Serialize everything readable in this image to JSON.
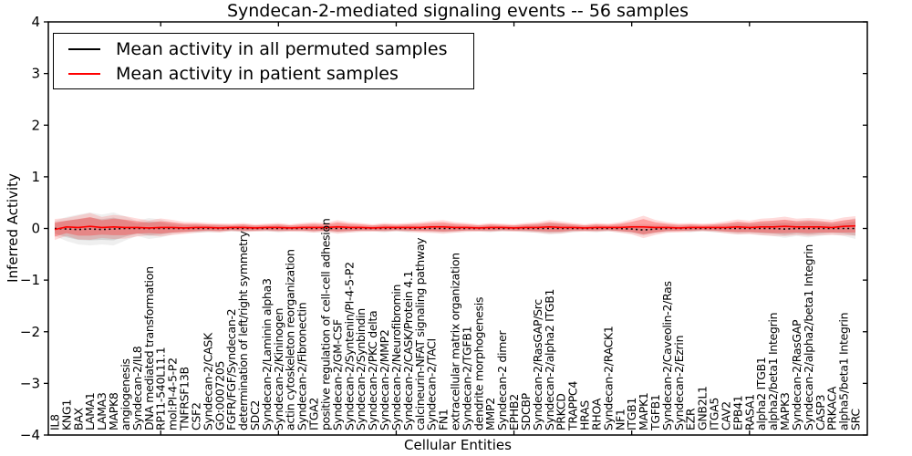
{
  "chart_data": {
    "type": "line",
    "title": "Syndecan-2-mediated signaling events -- 56 samples",
    "xlabel": "Cellular Entities",
    "ylabel": "Inferred Activity",
    "ylim": [
      -4,
      4
    ],
    "yticks": [
      4,
      3,
      2,
      1,
      0,
      -1,
      -2,
      -3,
      -4
    ],
    "xtick_category_indices": [
      9,
      19,
      29,
      39,
      49,
      59
    ],
    "grid": false,
    "legend_position": "upper left",
    "categories": [
      "IL8",
      "KNG1",
      "BAX",
      "LAMA1",
      "LAMA3",
      "MAPK8",
      "angiogenesis",
      "Syndecan-2/IL8",
      "DNA mediated transformation",
      "RP11-540L11.1",
      "mol:PI-4-5-P2",
      "TNFRSF13B",
      "CSF2",
      "Syndecan-2/CASK",
      "GO:0007205",
      "FGFR/FGF/Syndecan-2",
      "determination of left/right symmetry",
      "SDC2",
      "Syndecan-2/Laminin alpha3",
      "Syndecan-2/Kininogen",
      "actin cytoskeleton reorganization",
      "Syndecan-2/Fibronectin",
      "ITGA2",
      "positive regulation of cell-cell adhesion",
      "Syndecan-2/GM-CSF",
      "Syndecan-2/Syntenin/PI-4-5-P2",
      "Syndecan-2/Synbindin",
      "Syndecan-2/PKC delta",
      "Syndecan-2/MMP2",
      "Syndecan-2/Neurofibromin",
      "Syndecan-2/CASK/Protein 4.1",
      "calcineurin-NFAT signaling pathway",
      "Syndecan-2/TACI",
      "FN1",
      "extracellular matrix organization",
      "Syndecan-2/TGFB1",
      "dendrite morphogenesis",
      "MMP2",
      "Syndecan-2 dimer",
      "EPHB2",
      "SDCBP",
      "Syndecan-2/RasGAP/Src",
      "Syndecan-2/alpha2 ITGB1",
      "PRKCD",
      "TRAPPC4",
      "HRAS",
      "RHOA",
      "Syndecan-2/RACK1",
      "NF1",
      "ITGB1",
      "MAPK1",
      "TGFB1",
      "Syndecan-2/Caveolin-2/Ras",
      "Syndecan-2/Ezrin",
      "EZR",
      "GNB2L1",
      "ITGA5",
      "CAV2",
      "EPB41",
      "RASA1",
      "alpha2 ITGB1",
      "alpha2/beta1 Integrin",
      "MAPK3",
      "Syndecan-2/RasGAP",
      "Syndecan-2/alpha2/beta1 Integrin",
      "CASP3",
      "PRKACA",
      "alpha5/beta1 Integrin",
      "SRC"
    ],
    "series": [
      {
        "name": "Mean activity in all permuted samples",
        "color": "#000000",
        "style": "dotted",
        "values": [
          0,
          -0.01,
          -0.02,
          -0.01,
          -0.02,
          -0.01,
          0,
          0,
          0,
          0,
          0,
          0,
          0,
          0,
          0,
          0,
          0,
          0,
          0,
          0,
          0,
          0,
          0,
          0,
          0,
          0,
          0,
          0,
          0,
          0,
          0,
          0,
          0,
          0,
          0,
          0,
          0,
          0,
          0,
          0,
          0,
          0,
          0,
          0,
          0,
          0,
          0,
          0,
          0,
          -0.01,
          -0.03,
          -0.01,
          0,
          0,
          0,
          0,
          0,
          0,
          0,
          0,
          0,
          0,
          -0.01,
          0,
          0,
          0,
          0,
          0,
          0
        ]
      },
      {
        "name": "Mean activity in patient samples",
        "color": "#ff0000",
        "style": "solid",
        "values": [
          -0.02,
          0.03,
          0.02,
          0.04,
          0.02,
          0.03,
          0.02,
          0.02,
          0.01,
          0.02,
          0.02,
          0.01,
          0.02,
          0.02,
          0.01,
          0.02,
          0.02,
          0.01,
          0.02,
          0.02,
          0.01,
          0.02,
          0.02,
          0.02,
          0.03,
          0.02,
          0.02,
          0.01,
          0.02,
          0.02,
          0.02,
          0.02,
          0.03,
          0.03,
          0.02,
          0.02,
          0.01,
          0.02,
          0.02,
          0.01,
          0.02,
          0.02,
          0.03,
          0.02,
          0.02,
          0.01,
          0.02,
          0.02,
          0.02,
          0.03,
          0.03,
          0.02,
          0.02,
          0.01,
          0.02,
          0.02,
          0.02,
          0.02,
          0.03,
          0.02,
          0.03,
          0.03,
          0.04,
          0.03,
          0.03,
          0.03,
          0.02,
          0.04,
          0.05
        ]
      }
    ],
    "bands": [
      {
        "name": "permuted-samples-band",
        "color": "#999999",
        "halfwidths": [
          0.1,
          0.16,
          0.2,
          0.22,
          0.2,
          0.22,
          0.16,
          0.1,
          0.14,
          0.12,
          0.08,
          0.06,
          0.06,
          0.05,
          0.05,
          0.04,
          0.05,
          0.04,
          0.04,
          0.05,
          0.04,
          0.04,
          0.05,
          0.04,
          0.06,
          0.05,
          0.04,
          0.04,
          0.05,
          0.04,
          0.05,
          0.04,
          0.05,
          0.06,
          0.05,
          0.04,
          0.04,
          0.05,
          0.04,
          0.04,
          0.05,
          0.06,
          0.08,
          0.07,
          0.05,
          0.04,
          0.05,
          0.04,
          0.05,
          0.06,
          0.08,
          0.06,
          0.05,
          0.04,
          0.05,
          0.04,
          0.05,
          0.06,
          0.08,
          0.07,
          0.09,
          0.1,
          0.12,
          0.1,
          0.12,
          0.1,
          0.08,
          0.1,
          0.14
        ]
      },
      {
        "name": "patient-samples-band",
        "color": "#ff2222",
        "halfwidths": [
          0.14,
          0.12,
          0.16,
          0.18,
          0.14,
          0.16,
          0.15,
          0.12,
          0.1,
          0.12,
          0.1,
          0.08,
          0.07,
          0.06,
          0.06,
          0.05,
          0.06,
          0.05,
          0.05,
          0.06,
          0.05,
          0.06,
          0.07,
          0.06,
          0.09,
          0.07,
          0.06,
          0.05,
          0.06,
          0.05,
          0.06,
          0.07,
          0.08,
          0.09,
          0.07,
          0.06,
          0.05,
          0.06,
          0.05,
          0.05,
          0.06,
          0.07,
          0.09,
          0.08,
          0.06,
          0.05,
          0.06,
          0.05,
          0.07,
          0.1,
          0.15,
          0.1,
          0.07,
          0.06,
          0.06,
          0.05,
          0.06,
          0.08,
          0.1,
          0.09,
          0.11,
          0.12,
          0.13,
          0.11,
          0.12,
          0.11,
          0.1,
          0.12,
          0.13
        ]
      }
    ]
  }
}
